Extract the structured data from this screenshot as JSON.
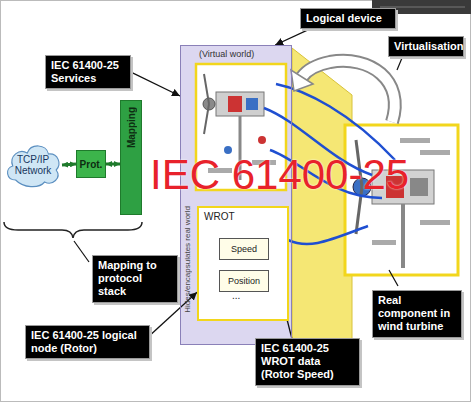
{
  "diagram": {
    "nodes": [
      {
        "text": [
          "IEC 61400-25 Services"
        ]
      },
      {
        "text": [
          "Logical device"
        ]
      },
      {
        "text": [
          "Virtualisation"
        ]
      },
      {
        "text": [
          "TCP/IP Network"
        ]
      },
      {
        "text": [
          "Prot."
        ]
      },
      {
        "text": [
          "Mapping"
        ]
      },
      {
        "text": [
          "(Virtual world)",
          "Hides/encapsulates real world"
        ]
      },
      {
        "text": [
          "WROT"
        ],
        "in": 6
      },
      {
        "text": [
          "Speed"
        ],
        "in": 7
      },
      {
        "text": [
          "Position"
        ],
        "in": 7
      },
      {
        "text": [
          "Mapping to protocol stack"
        ]
      },
      {
        "text": [
          "Real component in wind turbine"
        ]
      },
      {
        "text": [
          "IEC 61400-25 logical node (Rotor)"
        ]
      },
      {
        "text": [
          "IEC 61400-25 WROT data (Rotor Speed)"
        ]
      }
    ],
    "edges": [
      {
        "from": 3,
        "to": 4,
        "arrow": "both"
      },
      {
        "from": 4,
        "to": 5,
        "arrow": "both"
      },
      {
        "from": 0,
        "to": 6,
        "arrow": "to"
      },
      {
        "from": 1,
        "to": 6,
        "arrow": "to"
      },
      {
        "from": 12,
        "to": 7,
        "arrow": "to"
      },
      {
        "from": 13,
        "to": 8,
        "arrow": "to"
      }
    ],
    "labels": [
      "IEC 61400-25",
      "..."
    ]
  }
}
